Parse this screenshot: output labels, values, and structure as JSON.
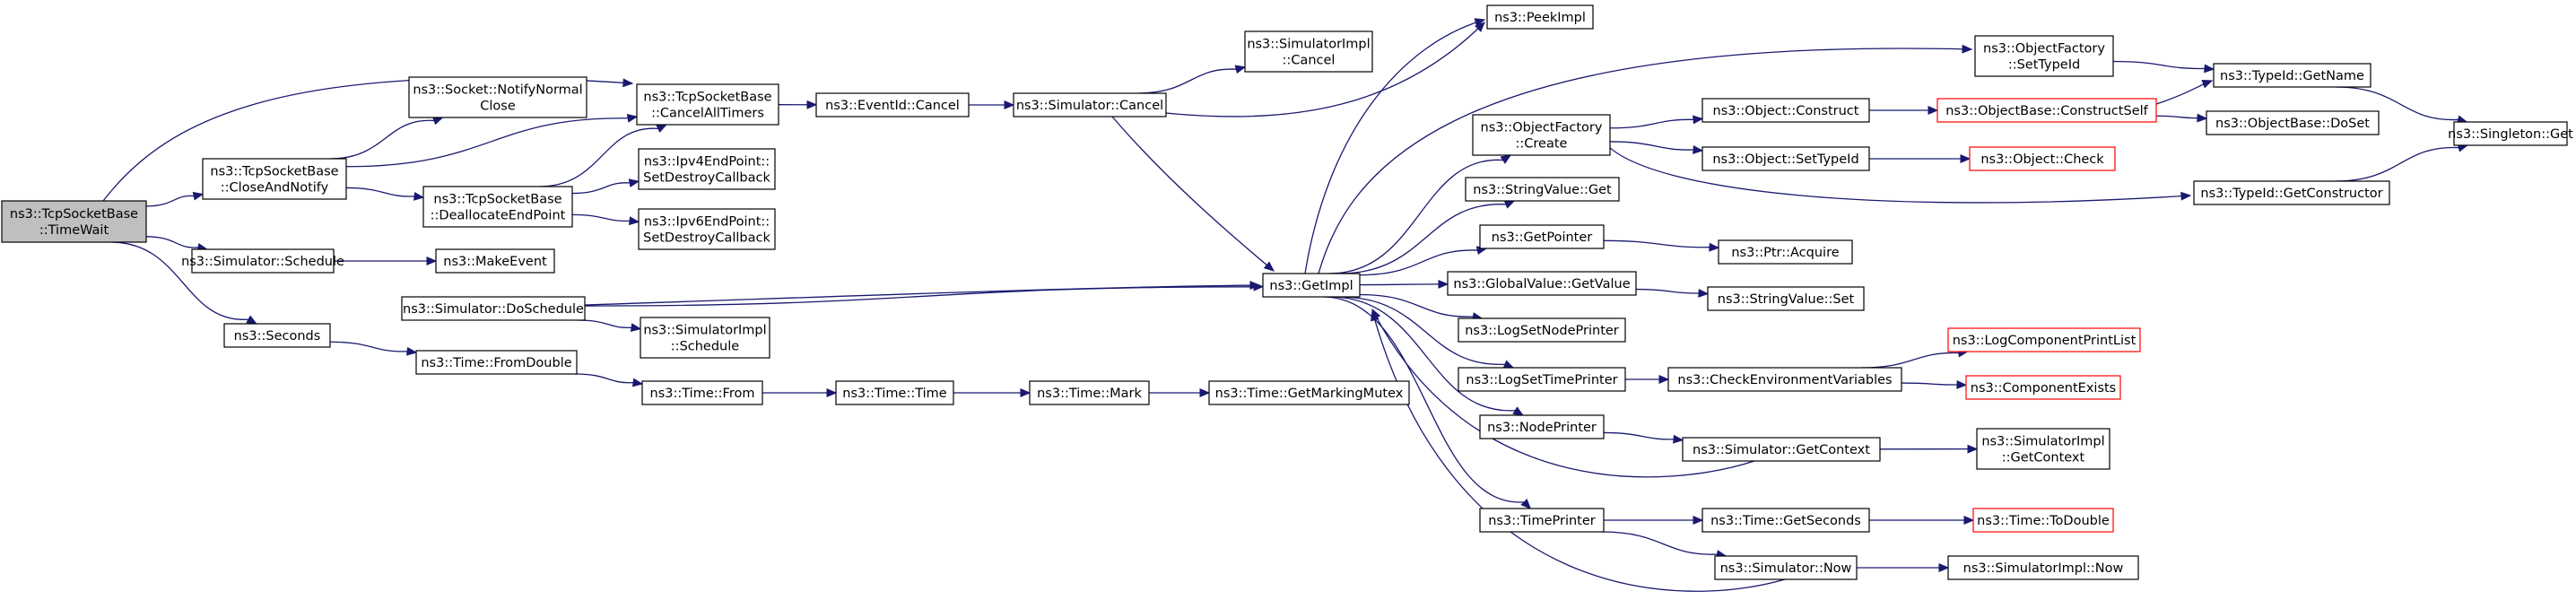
{
  "colors": {
    "edge": "#191970",
    "root_fill": "#bfbfbf",
    "truncated_border": "#ff0000",
    "node_border": "#000000",
    "background": "#ffffff"
  },
  "nodes": [
    {
      "id": "timewait",
      "lines": [
        "ns3::TcpSocketBase",
        "::TimeWait"
      ],
      "root": true
    },
    {
      "id": "closeandnotify",
      "lines": [
        "ns3::TcpSocketBase",
        "::CloseAndNotify"
      ]
    },
    {
      "id": "notifynormalclose",
      "lines": [
        "ns3::Socket::NotifyNormal",
        "Close"
      ]
    },
    {
      "id": "cancelalltimers",
      "lines": [
        "ns3::TcpSocketBase",
        "::CancelAllTimers"
      ]
    },
    {
      "id": "deallocateendpoint",
      "lines": [
        "ns3::TcpSocketBase",
        "::DeallocateEndPoint"
      ]
    },
    {
      "id": "ipv4destroy",
      "lines": [
        "ns3::Ipv4EndPoint::",
        "SetDestroyCallback"
      ]
    },
    {
      "id": "ipv6destroy",
      "lines": [
        "ns3::Ipv6EndPoint::",
        "SetDestroyCallback"
      ]
    },
    {
      "id": "eventidcancel",
      "lines": [
        "ns3::EventId::Cancel"
      ]
    },
    {
      "id": "simcancel",
      "lines": [
        "ns3::Simulator::Cancel"
      ]
    },
    {
      "id": "simimplcancel",
      "lines": [
        "ns3::SimulatorImpl",
        "::Cancel"
      ]
    },
    {
      "id": "simschedule",
      "lines": [
        "ns3::Simulator::Schedule"
      ]
    },
    {
      "id": "makeevent",
      "lines": [
        "ns3::MakeEvent"
      ]
    },
    {
      "id": "doschedule",
      "lines": [
        "ns3::Simulator::DoSchedule"
      ]
    },
    {
      "id": "simimplschedule",
      "lines": [
        "ns3::SimulatorImpl",
        "::Schedule"
      ]
    },
    {
      "id": "seconds",
      "lines": [
        "ns3::Seconds"
      ]
    },
    {
      "id": "fromdouble",
      "lines": [
        "ns3::Time::FromDouble"
      ]
    },
    {
      "id": "timefrom",
      "lines": [
        "ns3::Time::From"
      ]
    },
    {
      "id": "timetime",
      "lines": [
        "ns3::Time::Time"
      ]
    },
    {
      "id": "timemark",
      "lines": [
        "ns3::Time::Mark"
      ]
    },
    {
      "id": "getmarkingmutex",
      "lines": [
        "ns3::Time::GetMarkingMutex"
      ]
    },
    {
      "id": "getimpl",
      "lines": [
        "ns3::GetImpl"
      ]
    },
    {
      "id": "peekimpl",
      "lines": [
        "ns3::PeekImpl"
      ]
    },
    {
      "id": "ofcreate",
      "lines": [
        "ns3::ObjectFactory",
        "::Create"
      ]
    },
    {
      "id": "stringvalueget",
      "lines": [
        "ns3::StringValue::Get"
      ]
    },
    {
      "id": "getpointer",
      "lines": [
        "ns3::GetPointer"
      ]
    },
    {
      "id": "globalvalueget",
      "lines": [
        "ns3::GlobalValue::GetValue"
      ]
    },
    {
      "id": "logsetnodeprinter",
      "lines": [
        "ns3::LogSetNodePrinter"
      ]
    },
    {
      "id": "logsettimeprinter",
      "lines": [
        "ns3::LogSetTimePrinter"
      ]
    },
    {
      "id": "nodeprinter",
      "lines": [
        "ns3::NodePrinter"
      ]
    },
    {
      "id": "timeprinter",
      "lines": [
        "ns3::TimePrinter"
      ]
    },
    {
      "id": "ofsettypeid",
      "lines": [
        "ns3::ObjectFactory",
        "::SetTypeId"
      ]
    },
    {
      "id": "objconstruct",
      "lines": [
        "ns3::Object::Construct"
      ]
    },
    {
      "id": "objsettypeid",
      "lines": [
        "ns3::Object::SetTypeId"
      ]
    },
    {
      "id": "ptracquire",
      "lines": [
        "ns3::Ptr::Acquire"
      ]
    },
    {
      "id": "stringvalueset",
      "lines": [
        "ns3::StringValue::Set"
      ]
    },
    {
      "id": "checkenv",
      "lines": [
        "ns3::CheckEnvironmentVariables"
      ]
    },
    {
      "id": "simgetcontext",
      "lines": [
        "ns3::Simulator::GetContext"
      ]
    },
    {
      "id": "timegetseconds",
      "lines": [
        "ns3::Time::GetSeconds"
      ]
    },
    {
      "id": "simnow",
      "lines": [
        "ns3::Simulator::Now"
      ]
    },
    {
      "id": "constructself",
      "lines": [
        "ns3::ObjectBase::ConstructSelf"
      ],
      "truncated": true
    },
    {
      "id": "objcheck",
      "lines": [
        "ns3::Object::Check"
      ],
      "truncated": true
    },
    {
      "id": "typeidgetname",
      "lines": [
        "ns3::TypeId::GetName"
      ]
    },
    {
      "id": "objbasedoset",
      "lines": [
        "ns3::ObjectBase::DoSet"
      ]
    },
    {
      "id": "typeidgetconstructor",
      "lines": [
        "ns3::TypeId::GetConstructor"
      ]
    },
    {
      "id": "singletonget",
      "lines": [
        "ns3::Singleton::Get"
      ]
    },
    {
      "id": "logcomponentprintlist",
      "lines": [
        "ns3::LogComponentPrintList"
      ],
      "truncated": true
    },
    {
      "id": "componentexists",
      "lines": [
        "ns3::ComponentExists"
      ],
      "truncated": true
    },
    {
      "id": "simimplgetcontext",
      "lines": [
        "ns3::SimulatorImpl",
        "::GetContext"
      ]
    },
    {
      "id": "timetodouble",
      "lines": [
        "ns3::Time::ToDouble"
      ],
      "truncated": true
    },
    {
      "id": "simimplnow",
      "lines": [
        "ns3::SimulatorImpl::Now"
      ]
    }
  ],
  "edges": [
    [
      "timewait",
      "closeandnotify"
    ],
    [
      "timewait",
      "cancelalltimers"
    ],
    [
      "timewait",
      "simschedule"
    ],
    [
      "timewait",
      "seconds"
    ],
    [
      "closeandnotify",
      "notifynormalclose"
    ],
    [
      "closeandnotify",
      "cancelalltimers"
    ],
    [
      "closeandnotify",
      "deallocateendpoint"
    ],
    [
      "deallocateendpoint",
      "cancelalltimers"
    ],
    [
      "deallocateendpoint",
      "ipv4destroy"
    ],
    [
      "deallocateendpoint",
      "ipv6destroy"
    ],
    [
      "cancelalltimers",
      "eventidcancel"
    ],
    [
      "eventidcancel",
      "simcancel"
    ],
    [
      "simcancel",
      "simimplcancel"
    ],
    [
      "simcancel",
      "getimpl"
    ],
    [
      "simcancel",
      "peekimpl"
    ],
    [
      "simschedule",
      "makeevent"
    ],
    [
      "simschedule",
      "doschedule"
    ],
    [
      "doschedule",
      "getimpl"
    ],
    [
      "doschedule",
      "simimplschedule"
    ],
    [
      "seconds",
      "fromdouble"
    ],
    [
      "fromdouble",
      "timefrom"
    ],
    [
      "timefrom",
      "timetime"
    ],
    [
      "timetime",
      "timemark"
    ],
    [
      "timemark",
      "getmarkingmutex"
    ],
    [
      "getimpl",
      "peekimpl"
    ],
    [
      "getimpl",
      "ofsettypeid"
    ],
    [
      "getimpl",
      "ofcreate"
    ],
    [
      "getimpl",
      "stringvalueget"
    ],
    [
      "getimpl",
      "getpointer"
    ],
    [
      "getimpl",
      "globalvalueget"
    ],
    [
      "getimpl",
      "logsetnodeprinter"
    ],
    [
      "getimpl",
      "logsettimeprinter"
    ],
    [
      "getimpl",
      "nodeprinter"
    ],
    [
      "getimpl",
      "timeprinter"
    ],
    [
      "ofsettypeid",
      "typeidgetname"
    ],
    [
      "ofcreate",
      "objconstruct"
    ],
    [
      "ofcreate",
      "objsettypeid"
    ],
    [
      "ofcreate",
      "typeidgetconstructor"
    ],
    [
      "objconstruct",
      "constructself"
    ],
    [
      "constructself",
      "typeidgetname"
    ],
    [
      "constructself",
      "objbasedoset"
    ],
    [
      "objsettypeid",
      "objcheck"
    ],
    [
      "typeidgetname",
      "singletonget"
    ],
    [
      "typeidgetconstructor",
      "singletonget"
    ],
    [
      "getpointer",
      "ptracquire"
    ],
    [
      "globalvalueget",
      "stringvalueset"
    ],
    [
      "logsettimeprinter",
      "checkenv"
    ],
    [
      "checkenv",
      "logcomponentprintlist"
    ],
    [
      "checkenv",
      "componentexists"
    ],
    [
      "nodeprinter",
      "simgetcontext"
    ],
    [
      "simgetcontext",
      "getimpl"
    ],
    [
      "simgetcontext",
      "simimplgetcontext"
    ],
    [
      "timeprinter",
      "timegetseconds"
    ],
    [
      "timeprinter",
      "simnow"
    ],
    [
      "timegetseconds",
      "timetodouble"
    ],
    [
      "simnow",
      "getimpl"
    ],
    [
      "simnow",
      "simimplnow"
    ]
  ]
}
